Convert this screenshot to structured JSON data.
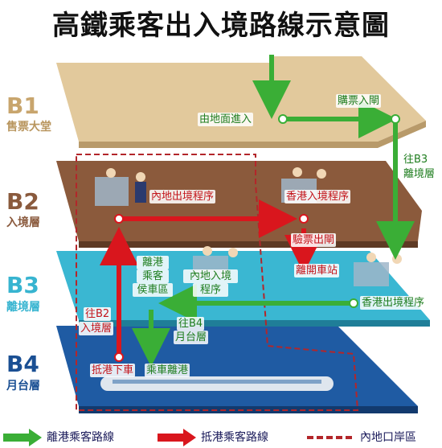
{
  "title": "高鐵乘客出入境路線示意圖",
  "floors": [
    {
      "code": "B1",
      "name": "售票大堂",
      "color": "#e0c99b"
    },
    {
      "code": "B2",
      "name": "入境層",
      "color": "#8a5a3d"
    },
    {
      "code": "B3",
      "name": "離境層",
      "color": "#37b4d0"
    },
    {
      "code": "B4",
      "name": "月台層",
      "color": "#1a4f93"
    }
  ],
  "labels": {
    "ground_entry": "由地面進入",
    "ticket_gate": "購票入閘",
    "to_b3": "往B3",
    "departure_floor": "離境層",
    "mainland_exit": "內地出境程序",
    "hk_entry": "香港入境程序",
    "ticket_check_exit": "驗票出閘",
    "leave_station": "離開車站",
    "waiting_area_1": "離港",
    "waiting_area_2": "乘客",
    "waiting_area_3": "侯車區",
    "mainland_entry_1": "內地入境",
    "mainland_entry_2": "程序",
    "hk_exit": "香港出境程序",
    "to_b2": "往B2",
    "arrival_floor": "入境層",
    "to_b4": "往B4",
    "platform_floor": "月台層",
    "arrive_alight": "抵港下車",
    "board_depart": "乘車離港"
  },
  "legend": {
    "departure_route": "離港乘客路線",
    "arrival_route": "抵港乘客路線",
    "mainland_port_area": "內地口岸區"
  },
  "colors": {
    "green_route": "#3aae36",
    "red_route": "#d9161d",
    "port_border": "#b3262a"
  }
}
